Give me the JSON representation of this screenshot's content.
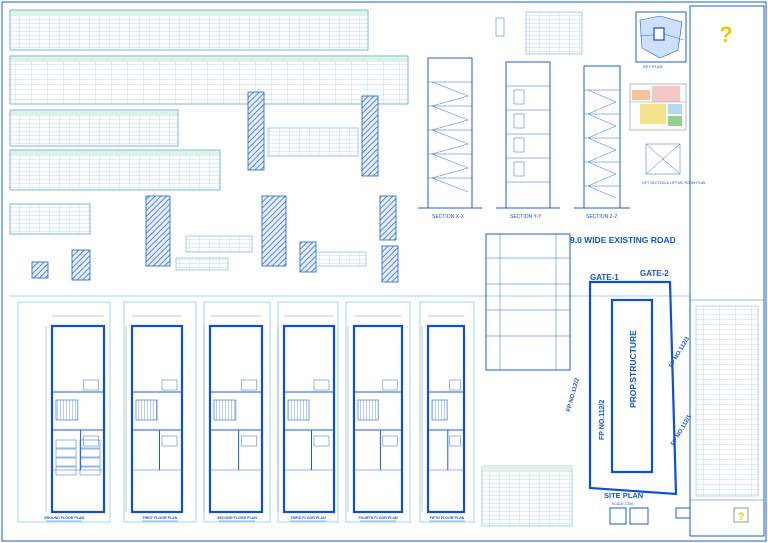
{
  "road": {
    "label": "9.0 WIDE EXISTING ROAD"
  },
  "gates": {
    "gate1": "GATE-1",
    "gate2": "GATE-2"
  },
  "site_plan": {
    "title": "SITE PLAN",
    "scale": "SCALE 1:200",
    "structure_label": "PROP.STRUCTURE",
    "fp_left": "FP NO.112/2",
    "fp_right_top": "FP NO.112/3",
    "fp_right_bottom": "FP NO.112/1"
  },
  "sections": {
    "a": "SECTION X-X",
    "b": "SECTION Y-Y",
    "c": "SECTION Z-Z"
  },
  "floor_plans": [
    {
      "title": "GROUND FLOOR PLAN"
    },
    {
      "title": "FIRST FLOOR PLAN"
    },
    {
      "title": "SECOND FLOOR PLAN"
    },
    {
      "title": "THIRD FLOOR PLAN"
    },
    {
      "title": "FOURTH FLOOR PLAN"
    },
    {
      "title": "FIFTH FLOOR PLAN"
    }
  ],
  "key_plan": {
    "title": "KEY PLAN"
  },
  "lift_plan": {
    "title": "LIFT SECTION & LIFT MC ROOM PLAN"
  },
  "title_block": {
    "help_icon": "?"
  },
  "colors": {
    "line": "#1a5fd0",
    "hatch": "#2d6bd8",
    "table": "#4aa0d8",
    "title_accent": "#f0c800"
  }
}
